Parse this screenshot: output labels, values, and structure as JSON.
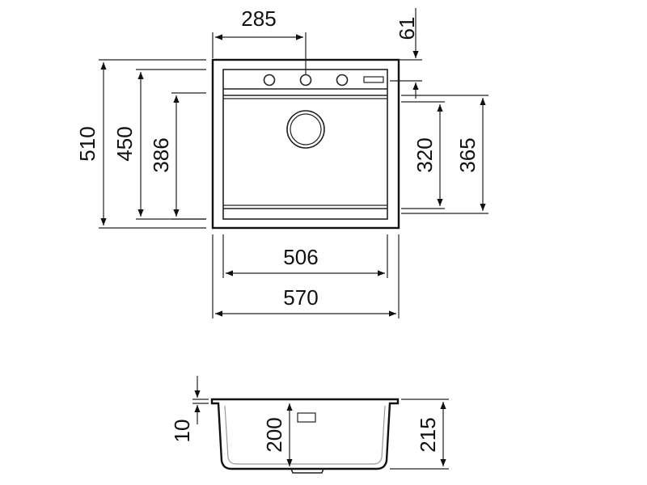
{
  "top_view": {
    "dims": {
      "tap_offset": "285",
      "back_offset": "61",
      "overall_depth": "510",
      "inner_depth_450": "450",
      "bowl_depth": "386",
      "right_320": "320",
      "right_365": "365",
      "bowl_width": "506",
      "overall_width": "570"
    }
  },
  "side_view": {
    "dims": {
      "rim_thickness": "10",
      "bowl_height": "200",
      "overall_height": "215"
    }
  }
}
